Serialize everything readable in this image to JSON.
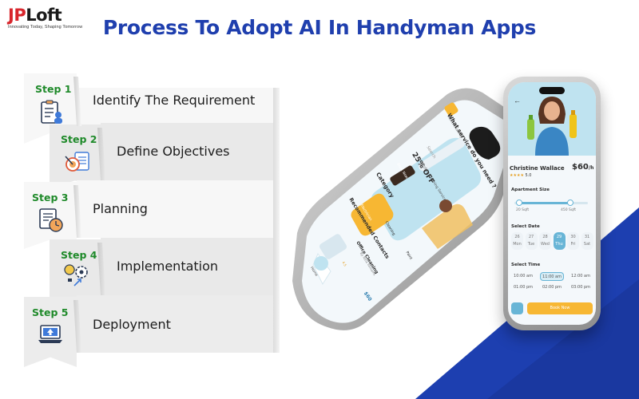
{
  "logo": {
    "brand_part1": "JP",
    "brand_part2": "Loft",
    "tagline": "Innovating Today, Shaping Tomorrow"
  },
  "title": "Process To Adopt AI In Handyman Apps",
  "steps": [
    {
      "tag": "Step 1",
      "label": "Identify The Requirement",
      "icon": "requirements-clipboard-icon"
    },
    {
      "tag": "Step 2",
      "label": "Define Objectives",
      "icon": "target-objectives-icon"
    },
    {
      "tag": "Step 3",
      "label": "Planning",
      "icon": "planning-clock-icon"
    },
    {
      "tag": "Step 4",
      "label": "Implementation",
      "icon": "gear-bulb-icon"
    },
    {
      "tag": "Step 5",
      "label": "Deployment",
      "icon": "laptop-deploy-icon"
    }
  ],
  "colors": {
    "title_blue": "#1f3fae",
    "step_green": "#1f8a2a",
    "accent_orange": "#f7b733",
    "deco_blue": "#1d3fb0",
    "phone_teal": "#bfe3f0"
  },
  "back_phone": {
    "greeting": "Hello Stanley",
    "question": "What service do you need ?",
    "search_placeholder": "Search",
    "promo": "25% OFF",
    "promo_sub": "On Kitchen Cleaning Service",
    "promo_button": "Book Now",
    "category_heading": "Category",
    "categories": [
      "Electrician",
      "Cleaning",
      "Paint"
    ],
    "recommended_heading": "Recommended Contacts",
    "contact_name": "Office Cleaning",
    "contact_by": "By Nina Williams",
    "contact_rating": "4.5",
    "contact_price": "$60",
    "nav_home": "Home"
  },
  "front_phone": {
    "worker_name": "Christine Wallace",
    "price": "$60",
    "price_unit": "/h",
    "rating": "5.0",
    "apartment_size_label": "Apartment Size",
    "size_min": "20 Sqft",
    "size_max": "450 Sqft",
    "select_date_label": "Select Date",
    "dates": [
      {
        "num": "26",
        "day": "Mon"
      },
      {
        "num": "27",
        "day": "Tue"
      },
      {
        "num": "28",
        "day": "Wed"
      },
      {
        "num": "29",
        "day": "Thu"
      },
      {
        "num": "30",
        "day": "Fri"
      },
      {
        "num": "31",
        "day": "Sat"
      }
    ],
    "selected_date_index": 3,
    "select_time_label": "Select Time",
    "times": [
      "10:00 am",
      "11:00 am",
      "12:00 am",
      "01:00 pm",
      "02:00 pm",
      "03:00 pm"
    ],
    "selected_time_index": 1,
    "book_button": "Book Now"
  }
}
